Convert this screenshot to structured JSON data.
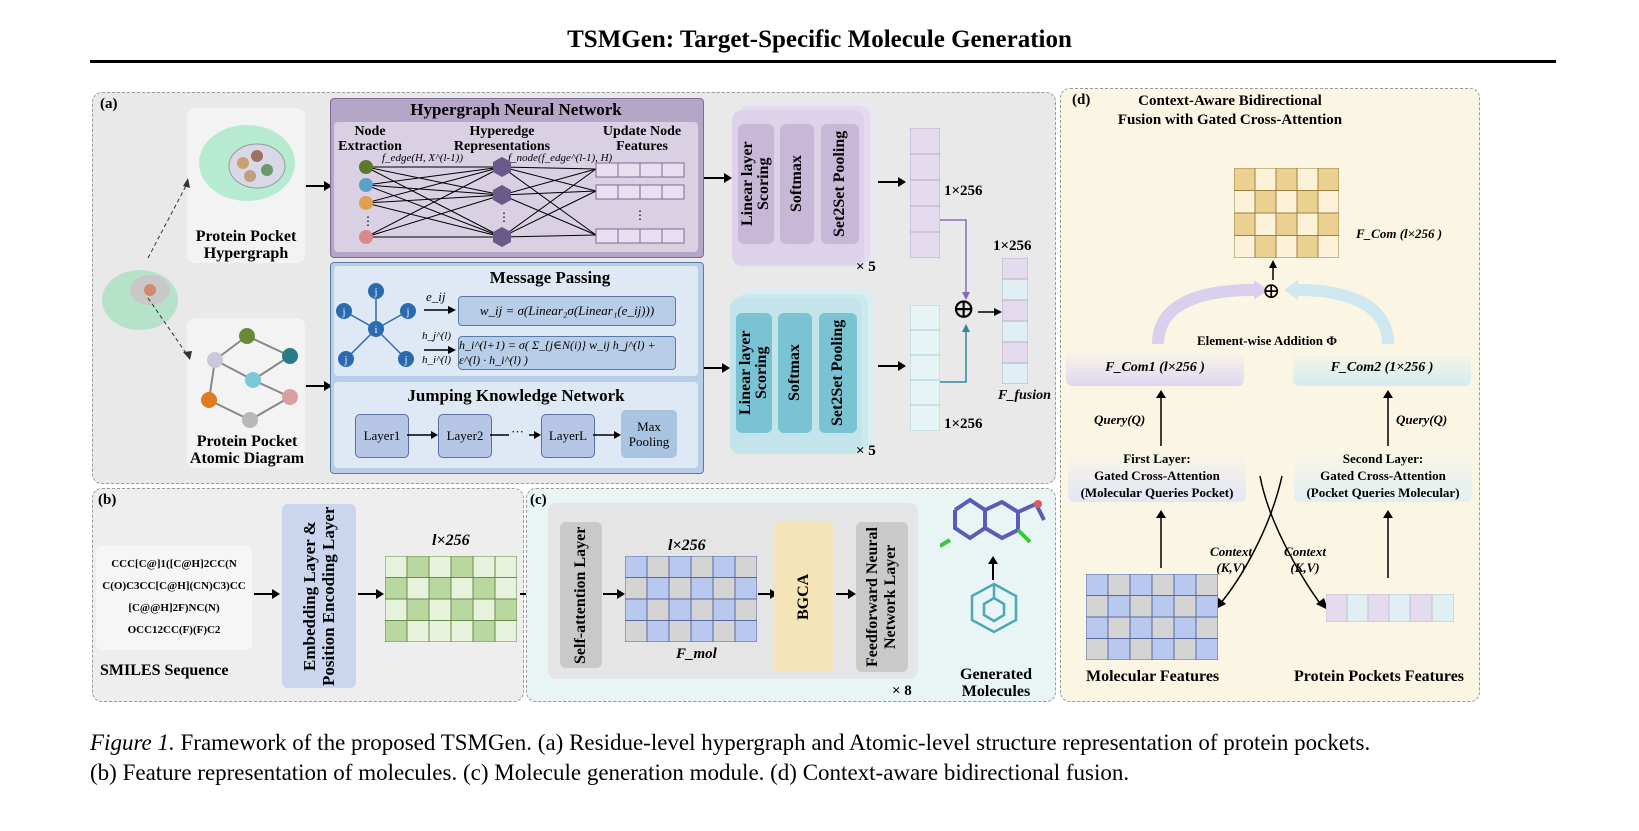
{
  "header": {
    "title": "TSMGen: Target-Specific Molecule Generation"
  },
  "panel_a": {
    "label": "(a)",
    "hypergraph_caption": "Protein Pocket Hypergraph",
    "atomic_caption": "Protein Pocket Atomic Diagram",
    "hnn": {
      "title": "Hypergraph Neural Network",
      "node_extraction": "Node Extraction",
      "hyperedge_repr": "Hyperedge Representations",
      "update_features": "Update Node Features",
      "f_edge": "f_edge(H, X^(l-1))",
      "f_node": "f_node(f_edge^(l-1), H)"
    },
    "mp": {
      "title": "Message Passing",
      "edge_label": "e_ij",
      "hj_label": "h_j^(l)",
      "hi_label": "h_i^(l)",
      "eq1": "w_ij = σ(Linear₂σ(Linear₁(e_ij)))",
      "eq2": "h_i^(l+1) = σ( Σ_{j∈N(i)} w_ij h_j^(l) + ε^(l) · h_i^(l) )",
      "jkn_title": "Jumping Knowledge Network",
      "layers": [
        "Layer1",
        "Layer2",
        "LayerL"
      ],
      "ellipsis": "···",
      "max_pool": "Max Pooling"
    },
    "stack_top": {
      "items": [
        "Linear layer Scoring",
        "Softmax",
        "Set2Set Pooling"
      ],
      "repeat": "× 5",
      "dim": "1×256"
    },
    "stack_bottom": {
      "items": [
        "Linear layer Scoring",
        "Softmax",
        "Set2Set Pooling"
      ],
      "repeat": "× 5",
      "dim": "1×256"
    },
    "fusion_dim": "1×256",
    "fusion_label": "F_fusion",
    "plus": "⊕",
    "node_letter": "j"
  },
  "panel_b": {
    "label": "(b)",
    "smiles": [
      "CCC[C@]1([C@H]2CC(N",
      "C(O)C3CC[C@H](CN)C3)CC",
      "[C@@H]2F)NC(N)",
      "OCC12CC(F)(F)C2"
    ],
    "smiles_caption": "SMILES Sequence",
    "embed": "Embedding Layer & Position Encoding Layer",
    "dim": "l×256"
  },
  "panel_c": {
    "label": "(c)",
    "self_attn": "Self-attention Layer",
    "dim": "l×256",
    "fmol": "F_mol",
    "bgca": "BGCA",
    "ffn": "Feedforward Neural Network Layer",
    "repeat": "× 8",
    "generated": "Generated Molecules"
  },
  "panel_d": {
    "label": "(d)",
    "title": "Context-Aware Bidirectional Fusion with Gated Cross-Attention",
    "fcom": "F_Com (l×256 )",
    "element_add": "Element-wise Addition Φ",
    "fcom1": "F_Com1 (l×256 )",
    "fcom2": "F_Com2 (1×256 )",
    "query1": "Query(Q)",
    "query2": "Query(Q)",
    "first_layer": [
      "First Layer:",
      "Gated Cross-Attention",
      "(Molecular Queries Pocket)"
    ],
    "second_layer": [
      "Second Layer:",
      "Gated Cross-Attention",
      "(Pocket Queries Molecular)"
    ],
    "context1": "Context (K,V)",
    "context2": "Context (K,V)",
    "mol_features": "Molecular Features",
    "pocket_features": "Protein Pockets Features"
  },
  "caption": {
    "figure_label": "Figure 1.",
    "line1": "Framework of the proposed TSMGen. (a) Residue-level hypergraph and Atomic-level structure representation of protein pockets.",
    "line2": "(b) Feature representation of molecules. (c) Molecule generation module. (d) Context-aware bidirectional fusion."
  },
  "colors": {
    "lavender": "#c8b8d8",
    "cyan": "#79c3d3",
    "light_blue": "#b8c6e6",
    "gold": "#f1dca0",
    "green": "#c5e0b4"
  }
}
